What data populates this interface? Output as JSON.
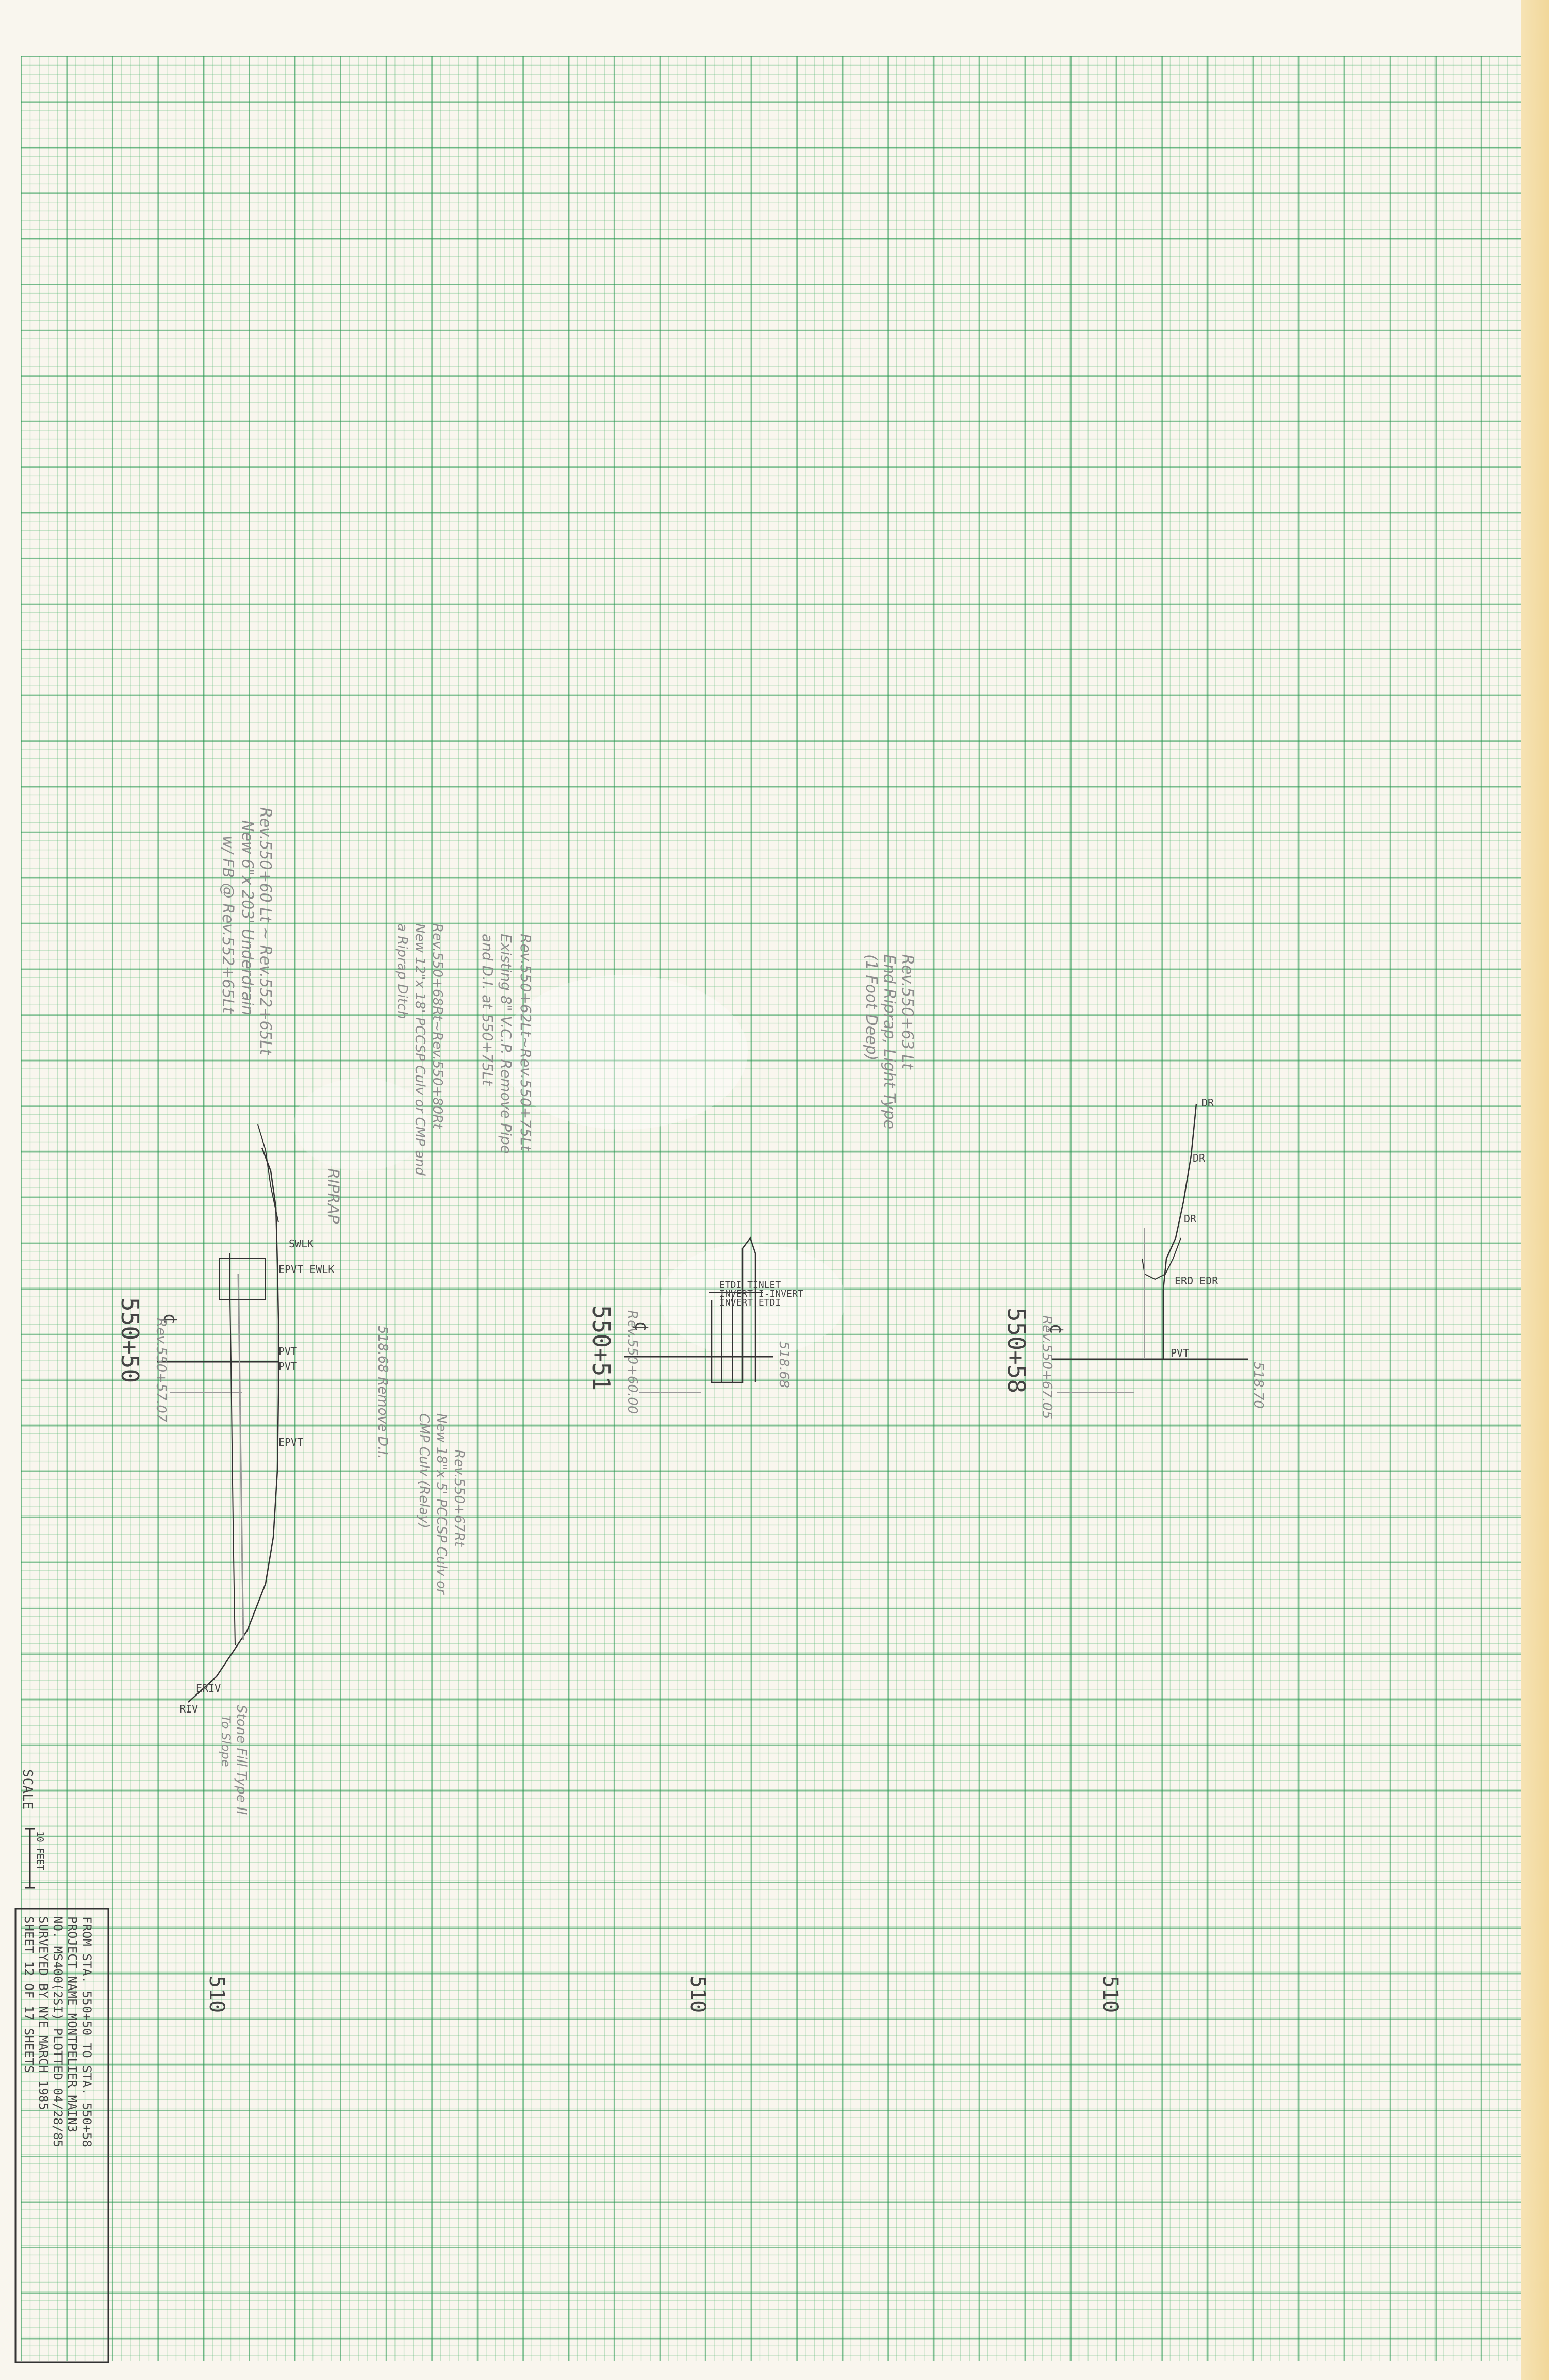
{
  "station_labels": [
    "550+50",
    "550+51",
    "550+58"
  ],
  "elevation_labels": [
    "510",
    "510",
    "510"
  ],
  "section_1": {
    "feature_labels": [
      "SWLK",
      "EPVT EWLK",
      "PVT",
      "PVT",
      "EPVT",
      "ERIV",
      "RIV"
    ],
    "handwritten_notes": [
      "Rev.550+60 Lt ~ Rev.552+65Lt",
      "New 6\"x 203' Underdrain",
      "w/ FB @ Rev.552+65Lt",
      "Rev.550+62Lt~Rev.550+75Lt",
      "Existing 8\" V.C.P. Remove Pipe",
      "and D.I. at 550+75Lt",
      "Rev.550+68Rt~Rev.550+80Rt",
      "New 12\"x 18' PCCSP Culv or CMP and",
      "a Riprap Ditch",
      "RIPRAP",
      "Rev.550+57.07",
      "Rev.550+67Rt",
      "New 18\"x 5' PCCSP Culv or",
      "CMP Culv (Relay)",
      "518.68  Remove D.I.",
      "Stone Fill Type II",
      "To Slope"
    ]
  },
  "section_2": {
    "feature_labels": [
      "ETDI TINLET",
      "INVERT I-INVERT",
      "INVERT ETDI"
    ],
    "handwritten_notes": [
      "Rev.550+63 Lt",
      "End Riprap, Light Type",
      "(1 Foot Deep)",
      "Rev.550+60.00",
      "518.68"
    ]
  },
  "section_3": {
    "feature_labels": [
      "DR",
      "DR",
      "DR",
      "ERD EDR",
      "PVT"
    ],
    "handwritten_notes": [
      "Rev.550+67.05",
      "518.70"
    ]
  },
  "scale": {
    "label": "SCALE",
    "bar_label": "10 FEET"
  },
  "title_block": {
    "lines": [
      "FROM STA. 550+50  TO STA. 550+58",
      "PROJECT NAME   MONTPELIER  MAIN3",
      "NO.   MS400(2SI)    PLOTTED 04/28/85",
      "SURVEYED BY    NYE      MARCH 1985",
      "SHEET 12 OF 17 SHEETS"
    ]
  }
}
